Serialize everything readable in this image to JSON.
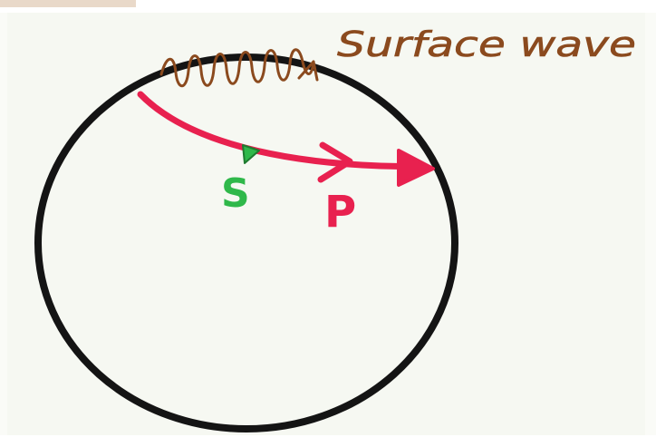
{
  "labels": {
    "surface_wave": "Surface wave",
    "s_wave": "S",
    "p_wave": "P"
  },
  "colors": {
    "earth_outline": "#141414",
    "surface_wave": "#8b4a1e",
    "p_wave": "#e8214f",
    "s_wave": "#2fb84a",
    "paper": "#f6f8f2"
  }
}
